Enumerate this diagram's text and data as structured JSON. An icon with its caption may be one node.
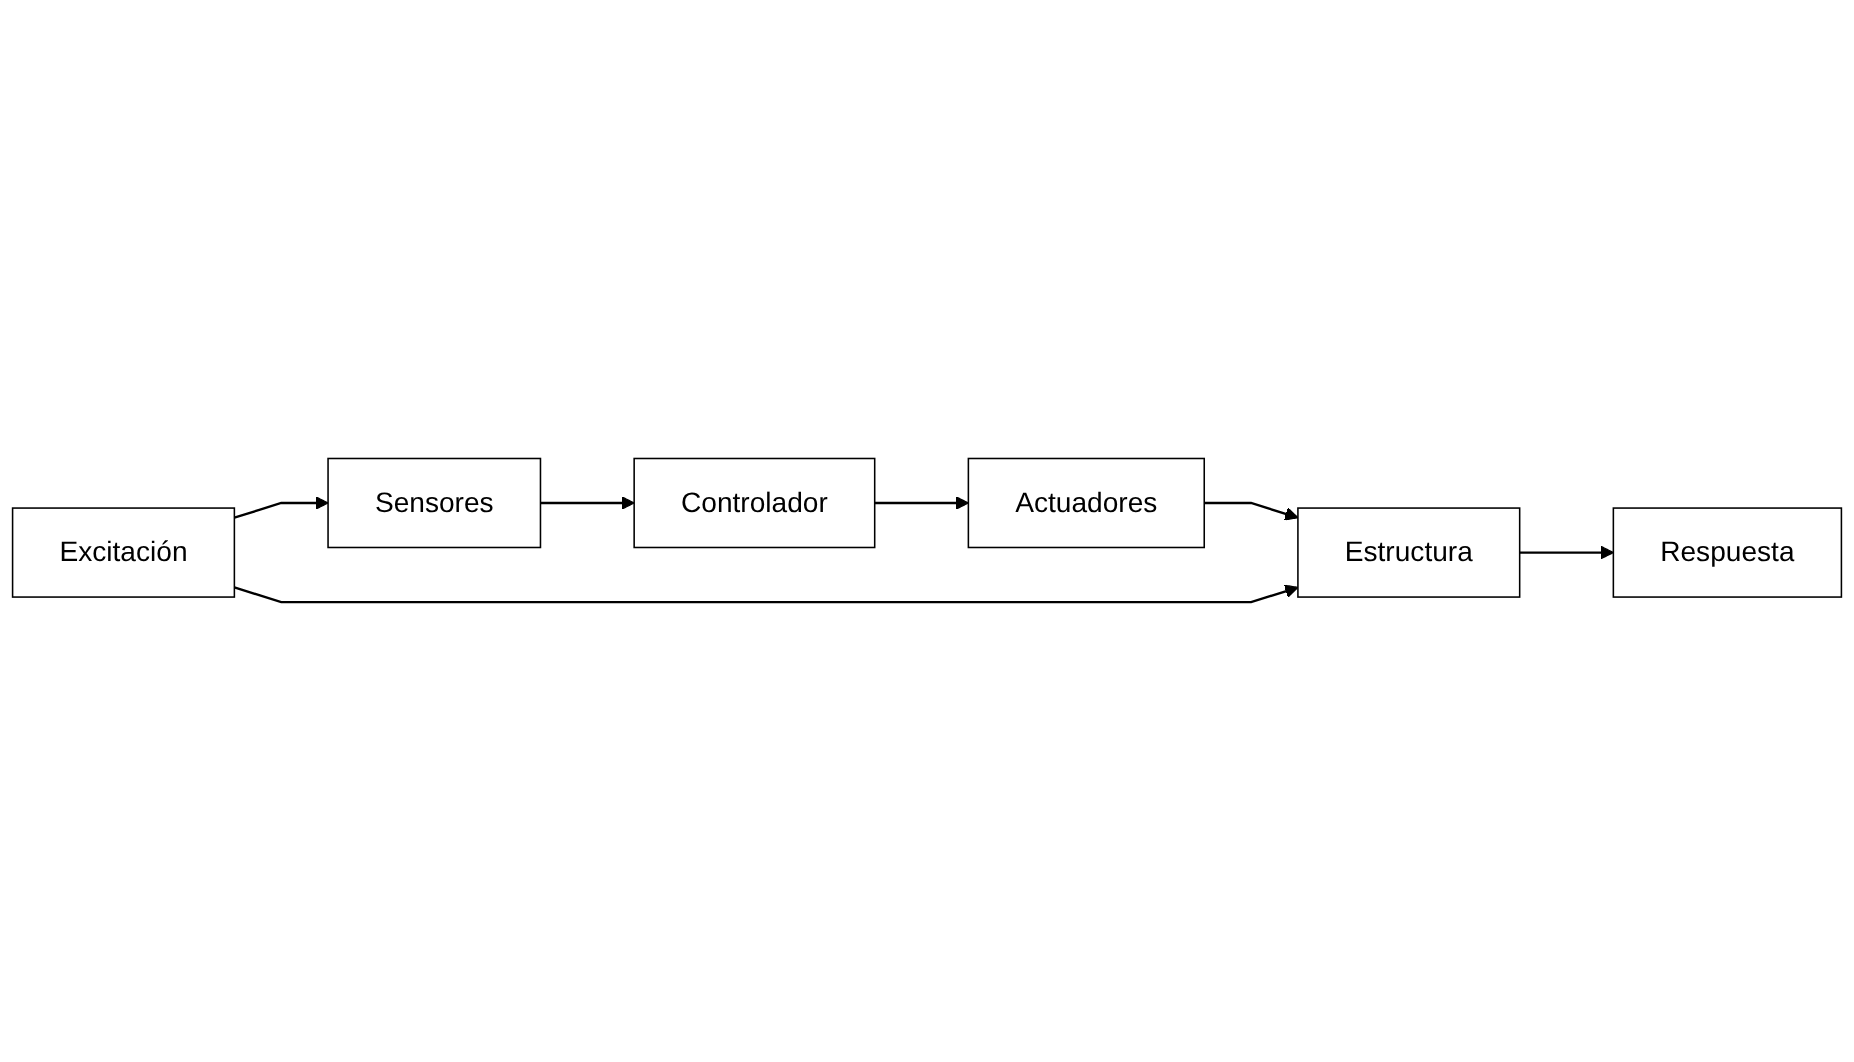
{
  "diagram": {
    "nodes": [
      {
        "text": [
          "Sensores"
        ]
      },
      {
        "text": [
          "Controlador"
        ]
      },
      {
        "text": [
          "Actuadores"
        ]
      },
      {
        "text": [
          "Excitación"
        ]
      },
      {
        "text": [
          "Estructura"
        ]
      },
      {
        "text": [
          "Respuesta"
        ]
      }
    ],
    "edges": [
      {
        "from": 0,
        "to": 1,
        "arrow": "to"
      },
      {
        "from": 1,
        "to": 2,
        "arrow": "to"
      },
      {
        "from": 2,
        "to": 4,
        "arrow": "to"
      },
      {
        "from": 3,
        "to": 0,
        "arrow": "to"
      },
      {
        "from": 3,
        "to": 4,
        "arrow": "to"
      },
      {
        "from": 4,
        "to": 5,
        "arrow": "to"
      }
    ]
  }
}
